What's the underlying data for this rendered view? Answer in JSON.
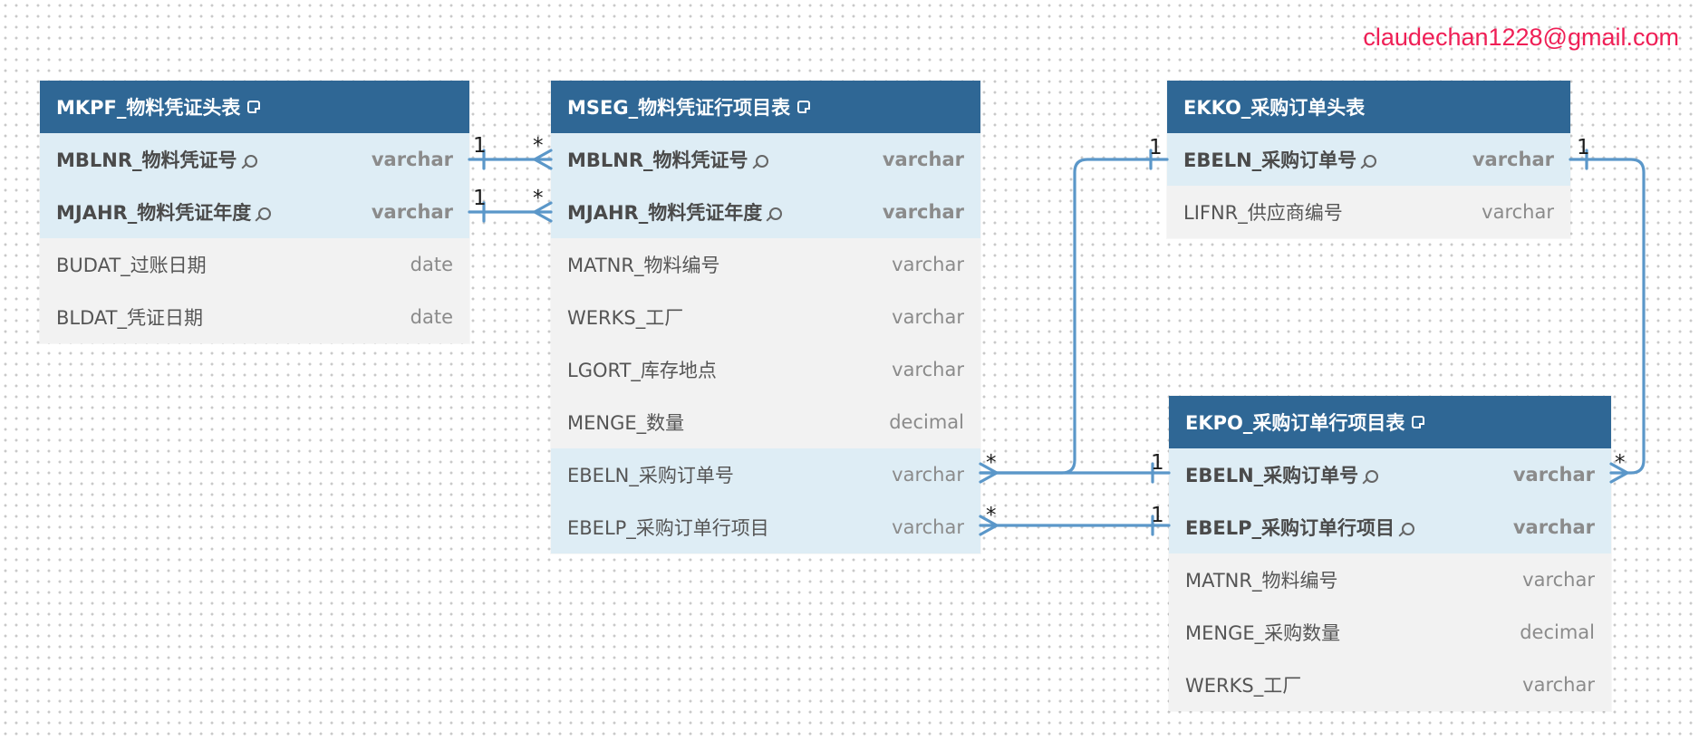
{
  "watermark": "claudechan1228@gmail.com",
  "colors": {
    "header": "#2f6795",
    "key_row": "#deedf5",
    "row": "#f2f2f2",
    "link": "#5b97c9",
    "watermark": "#ef1f56"
  },
  "tables": {
    "mkpf": {
      "title": "MKPF_物料凭证头表",
      "rows": [
        {
          "name": "MBLNR_物料凭证号",
          "type": "varchar"
        },
        {
          "name": "MJAHR_物料凭证年度",
          "type": "varchar"
        },
        {
          "name": "BUDAT_过账日期",
          "type": "date"
        },
        {
          "name": "BLDAT_凭证日期",
          "type": "date"
        }
      ]
    },
    "mseg": {
      "title": "MSEG_物料凭证行项目表",
      "rows": [
        {
          "name": "MBLNR_物料凭证号",
          "type": "varchar"
        },
        {
          "name": "MJAHR_物料凭证年度",
          "type": "varchar"
        },
        {
          "name": "MATNR_物料编号",
          "type": "varchar"
        },
        {
          "name": "WERKS_工厂",
          "type": "varchar"
        },
        {
          "name": "LGORT_库存地点",
          "type": "varchar"
        },
        {
          "name": "MENGE_数量",
          "type": "decimal"
        },
        {
          "name": "EBELN_采购订单号",
          "type": "varchar"
        },
        {
          "name": "EBELP_采购订单行项目",
          "type": "varchar"
        }
      ]
    },
    "ekko": {
      "title": "EKKO_采购订单头表",
      "rows": [
        {
          "name": "EBELN_采购订单号",
          "type": "varchar"
        },
        {
          "name": "LIFNR_供应商编号",
          "type": "varchar"
        }
      ]
    },
    "ekpo": {
      "title": "EKPO_采购订单行项目表",
      "rows": [
        {
          "name": "EBELN_采购订单号",
          "type": "varchar"
        },
        {
          "name": "EBELP_采购订单行项目",
          "type": "varchar"
        },
        {
          "name": "MATNR_物料编号",
          "type": "varchar"
        },
        {
          "name": "MENGE_采购数量",
          "type": "decimal"
        },
        {
          "name": "WERKS_工厂",
          "type": "varchar"
        }
      ]
    }
  },
  "relationships": [
    {
      "from": "MKPF.MBLNR_物料凭证号",
      "to": "MSEG.MBLNR_物料凭证号",
      "from_card": "1",
      "to_card": "*"
    },
    {
      "from": "MKPF.MJAHR_物料凭证年度",
      "to": "MSEG.MJAHR_物料凭证年度",
      "from_card": "1",
      "to_card": "*"
    },
    {
      "from": "EKKO.EBELN_采购订单号",
      "to": "MSEG.EBELN_采购订单号",
      "from_card": "1",
      "to_card": "*"
    },
    {
      "from": "EKPO.EBELN_采购订单号",
      "to": "MSEG.EBELN_采购订单号",
      "from_card": "1",
      "to_card": "*"
    },
    {
      "from": "EKPO.EBELP_采购订单行项目",
      "to": "MSEG.EBELP_采购订单行项目",
      "from_card": "1",
      "to_card": "*"
    },
    {
      "from": "EKKO.EBELN_采购订单号",
      "to": "EKPO.EBELN_采购订单号",
      "from_card": "1",
      "to_card": "*"
    }
  ]
}
